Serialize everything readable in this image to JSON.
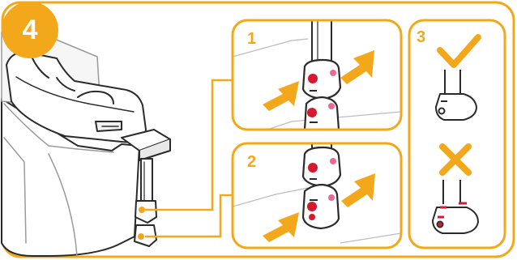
{
  "step_number": "4",
  "panels": [
    {
      "number": "1"
    },
    {
      "number": "2"
    },
    {
      "number": "3"
    }
  ],
  "icons": {
    "check": "check-icon",
    "cross": "cross-icon",
    "arrow": "arrow-icon",
    "indicator_correct": "indicator-shown",
    "indicator_incorrect": "indicator-red"
  },
  "colors": {
    "accent_orange": "#f3a81b",
    "indicator_pink": "#e96a93",
    "indicator_red": "#d7182f",
    "line_dark": "#2b2b2b"
  }
}
